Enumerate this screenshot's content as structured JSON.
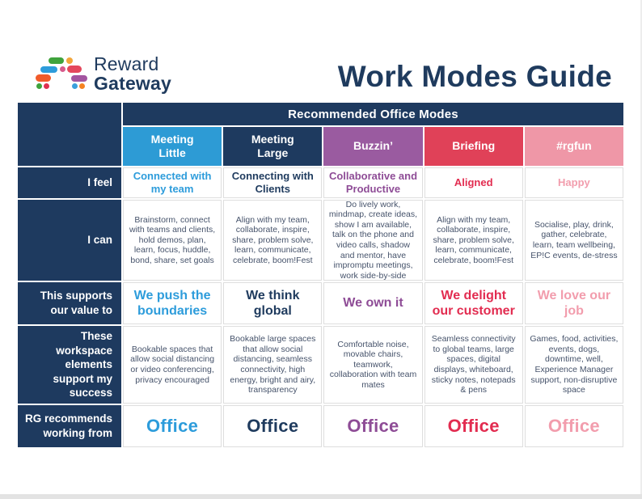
{
  "brand": {
    "word1": "Reward",
    "word2": "Gateway",
    "mark_colors": [
      "#3fa33c",
      "#f2a63b",
      "#2d9cdb",
      "#d75b8c",
      "#e4475c",
      "#f15b2a",
      "#a355a0",
      "#3fa33c",
      "#de3150",
      "#3aa0dc",
      "#f58220"
    ]
  },
  "page_title": "Work Modes Guide",
  "colors": {
    "navy": "#1e3a5f",
    "body_text": "#46536b",
    "cell_border": "#dedede"
  },
  "table": {
    "header": "Recommended Office Modes",
    "columns": [
      {
        "label": "Meeting\nLittle",
        "bg": "#2d9bd5",
        "text": "#2d9cdb"
      },
      {
        "label": "Meeting\nLarge",
        "bg": "#1e3a5f",
        "text": "#1f3b5e"
      },
      {
        "label": "Buzzin’",
        "bg": "#9a5ba0",
        "text": "#8e4c96"
      },
      {
        "label": "Briefing",
        "bg": "#e04158",
        "text": "#e22c50"
      },
      {
        "label": "#rgfun",
        "bg": "#ef97a7",
        "text": "#f29dad"
      }
    ],
    "rows": [
      {
        "key": "i-feel",
        "label": "I feel",
        "kind": "feel",
        "colored": true,
        "cells": [
          "Connected with my team",
          "Connecting with Clients",
          "Collaborative and Productive",
          "Aligned",
          "Happy"
        ]
      },
      {
        "key": "i-can",
        "label": "I can",
        "kind": "can",
        "colored": false,
        "cells": [
          "Brainstorm, connect with teams and clients, hold demos, plan, learn, focus, huddle, bond, share, set goals",
          "Align with my team, collaborate, inspire, share, problem solve, learn, communicate, celebrate, boom!Fest",
          "Do lively work, mindmap, create ideas, show I am available, talk on the phone and video calls, shadow and mentor, have impromptu meetings, work side-by-side",
          "Align with my team, collaborate, inspire, share, problem solve, learn, communicate, celebrate, boom!Fest",
          "Socialise, play, drink, gather, celebrate, learn, team wellbeing, EP!C events, de-stress"
        ]
      },
      {
        "key": "supports-value",
        "label": "This supports our value to",
        "kind": "value",
        "colored": true,
        "cells": [
          "We push the boundaries",
          "We think global",
          "We own it",
          "We delight our customer",
          "We love our job"
        ]
      },
      {
        "key": "workspace-elements",
        "label": "These workspace elements support my success",
        "kind": "space",
        "colored": false,
        "cells": [
          "Bookable spaces that allow social distancing or video conferencing, privacy encouraged",
          "Bookable large spaces that allow social distancing, seamless connectivity, high energy, bright and airy, transparency",
          "Comfortable noise, movable chairs, teamwork, collaboration with team mates",
          "Seamless connectivity to global teams, large spaces, digital displays, whiteboard, sticky notes, notepads & pens",
          "Games, food, activities, events, dogs, downtime, well, Experience Manager support, non-disruptive space"
        ]
      },
      {
        "key": "rg-recommends",
        "label": "RG recommends working from",
        "kind": "rec",
        "colored": true,
        "cells": [
          "Office",
          "Office",
          "Office",
          "Office",
          "Office"
        ]
      }
    ]
  }
}
